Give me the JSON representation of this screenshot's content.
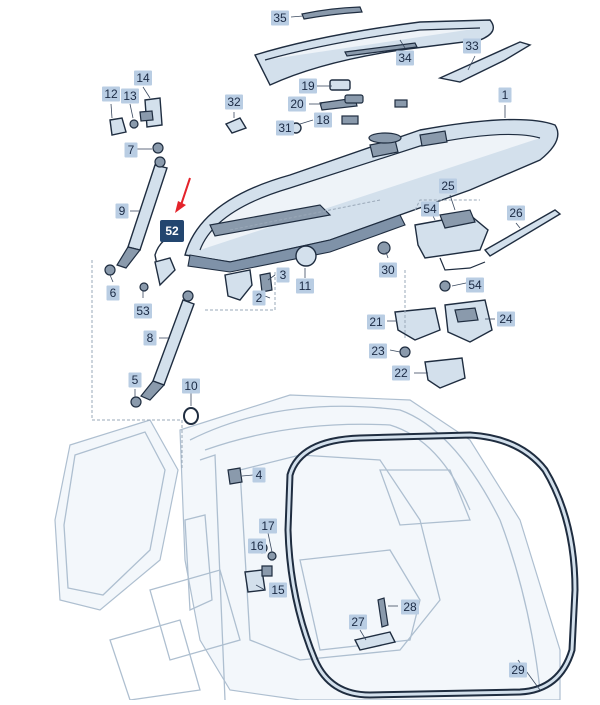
{
  "diagram": {
    "accent_color": "#e4232b",
    "label_bg": "#b9cde3",
    "selected_bg": "#23466f",
    "selected_label": "52",
    "callouts": [
      "1",
      "2",
      "3",
      "4",
      "5",
      "6",
      "7",
      "8",
      "9",
      "10",
      "11",
      "12",
      "13",
      "14",
      "15",
      "16",
      "17",
      "18",
      "19",
      "20",
      "21",
      "22",
      "23",
      "24",
      "25",
      "26",
      "27",
      "28",
      "29",
      "30",
      "31",
      "32",
      "33",
      "34",
      "35",
      "52",
      "53",
      "54",
      "54"
    ]
  }
}
